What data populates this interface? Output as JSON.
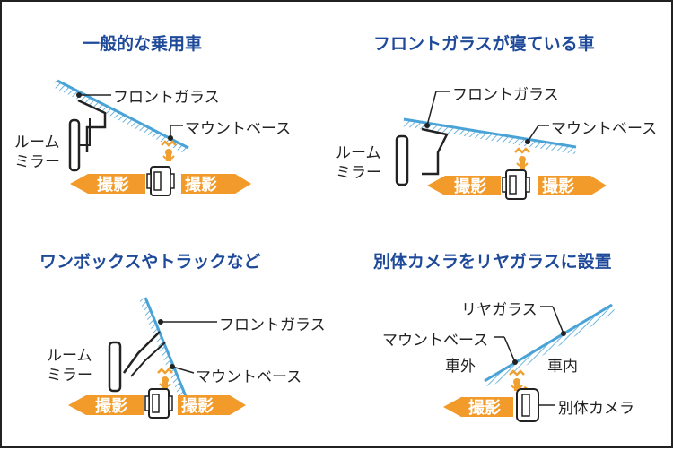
{
  "colors": {
    "title": "#1f4a9a",
    "glass": "#4aa3d6",
    "arrow": "#f29a2a",
    "mount": "#f0a030",
    "ink": "#222222"
  },
  "panels": [
    {
      "title": "一般的な乗用車",
      "labels": {
        "glass": "フロントガラス",
        "mount": "マウントベース",
        "mirror_line1": "ルーム",
        "mirror_line2": "ミラー",
        "shoot_left": "撮影",
        "shoot_right": "撮影"
      }
    },
    {
      "title": "フロントガラスが寝ている車",
      "labels": {
        "glass": "フロントガラス",
        "mount": "マウントベース",
        "mirror_line1": "ルーム",
        "mirror_line2": "ミラー",
        "shoot_left": "撮影",
        "shoot_right": "撮影"
      }
    },
    {
      "title": "ワンボックスやトラックなど",
      "labels": {
        "glass": "フロントガラス",
        "mount": "マウントベース",
        "mirror_line1": "ルーム",
        "mirror_line2": "ミラー",
        "shoot_left": "撮影",
        "shoot_right": "撮影"
      }
    },
    {
      "title": "別体カメラをリヤガラスに設置",
      "labels": {
        "glass": "リヤガラス",
        "mount": "マウントベース",
        "outside": "車外",
        "inside": "車内",
        "camera": "別体カメラ",
        "shoot_left": "撮影"
      }
    }
  ]
}
